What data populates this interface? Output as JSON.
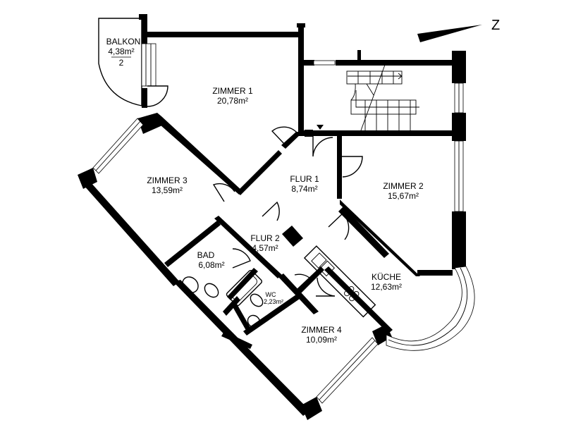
{
  "north_label": "Z",
  "rooms": {
    "balkon": {
      "name": "BALKON",
      "area": "4,38m²",
      "number": "2"
    },
    "zimmer1": {
      "name": "ZIMMER 1",
      "area": "20,78m²"
    },
    "zimmer2": {
      "name": "ZIMMER 2",
      "area": "15,67m²"
    },
    "zimmer3": {
      "name": "ZIMMER 3",
      "area": "13,59m²"
    },
    "zimmer4": {
      "name": "ZIMMER 4",
      "area": "10,09m²"
    },
    "flur1": {
      "name": "FLUR 1",
      "area": "8,74m²"
    },
    "flur2": {
      "name": "FLUR 2",
      "area": "4,57m²"
    },
    "bad": {
      "name": "BAD",
      "area": "6,08m²"
    },
    "wc": {
      "name": "WC",
      "area": "2,23m²"
    },
    "kueche": {
      "name": "KÜCHE",
      "area": "12,63m²"
    }
  }
}
